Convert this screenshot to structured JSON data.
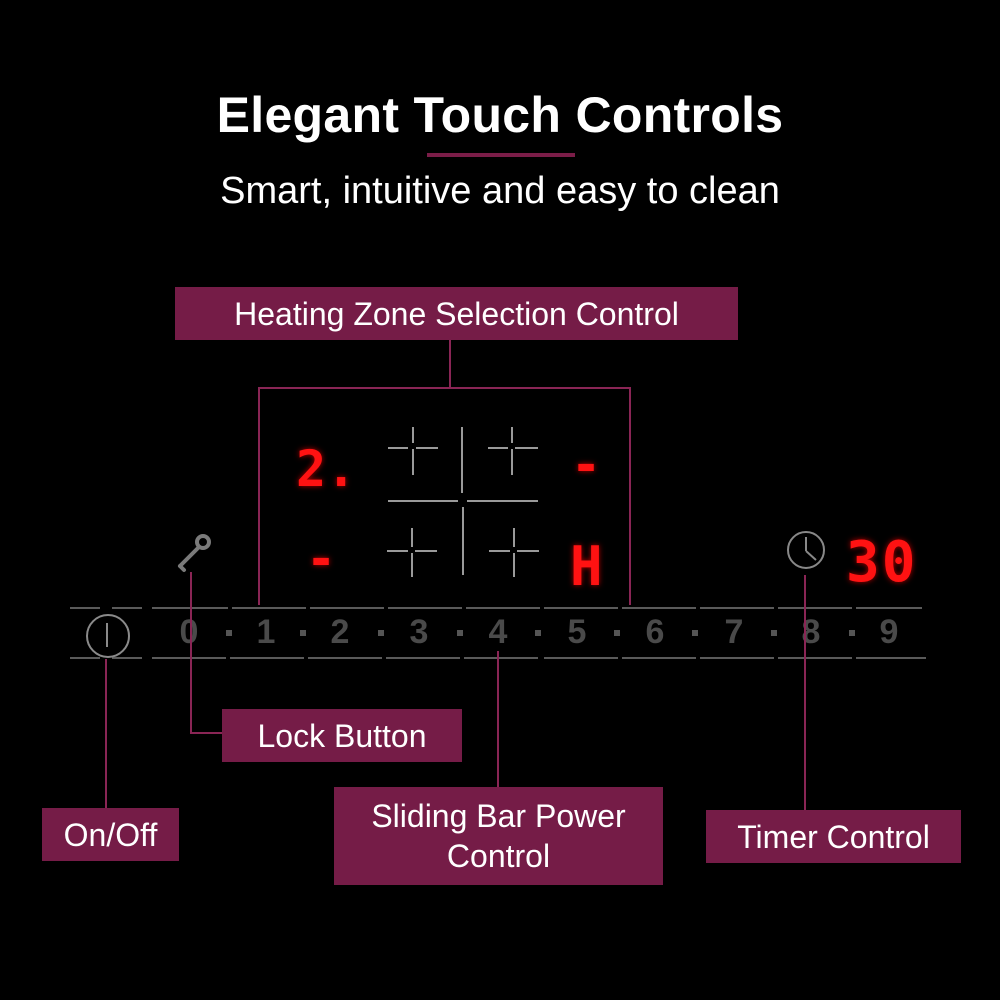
{
  "header": {
    "title": "Elegant Touch Controls",
    "subtitle": "Smart, intuitive and easy to clean"
  },
  "colors": {
    "accent": "#751c47",
    "led_red": "#ff1212",
    "panel_grey": "#5a5a5a",
    "background": "#000000"
  },
  "callouts": {
    "heating_zone": "Heating Zone Selection Control",
    "lock": "Lock Button",
    "on_off": "On/Off",
    "slider_line1": "Sliding Bar Power",
    "slider_line2": "Control",
    "timer": "Timer Control"
  },
  "displays": {
    "zone_top_left": "2.",
    "zone_top_right": "-",
    "zone_bottom_left": "-",
    "zone_bottom_right": "H",
    "timer_value": "30"
  },
  "slider": {
    "levels": [
      "0",
      "1",
      "2",
      "3",
      "4",
      "5",
      "6",
      "7",
      "8",
      "9"
    ]
  },
  "icons": {
    "power": "power-icon",
    "lock": "key-lock-icon",
    "timer": "clock-icon",
    "zones": "cooking-zone-cross-icon"
  }
}
